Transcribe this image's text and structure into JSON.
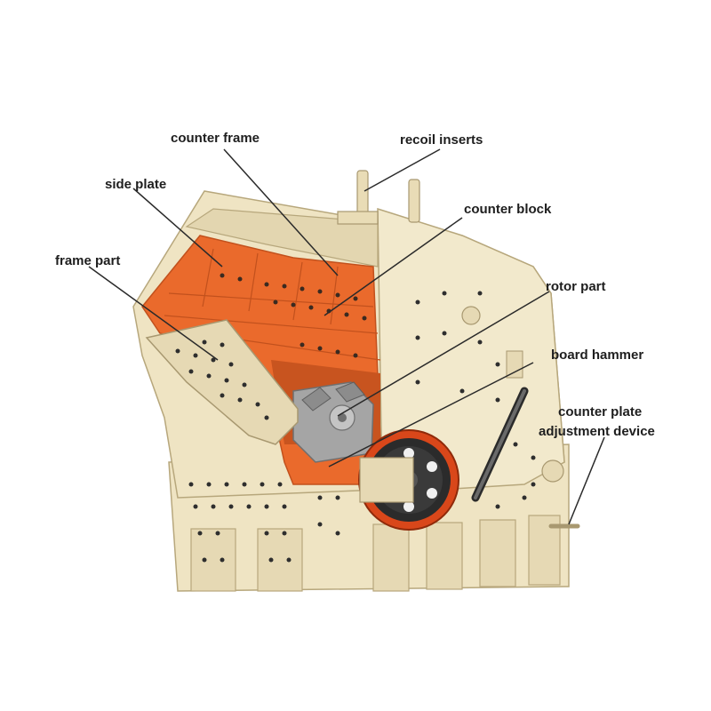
{
  "diagram": {
    "labels": {
      "counter_frame": "counter frame",
      "recoil_inserts": "recoil inserts",
      "side_plate": "side plate",
      "counter_block": "counter block",
      "frame_part": "frame part",
      "rotor_part": "rotor part",
      "board_hammer": "board hammer",
      "counter_plate_line1": "counter plate",
      "counter_plate_line2": "adjustment device"
    },
    "colors": {
      "body": "#efe4c3",
      "body_shade": "#ded0a8",
      "edge": "#b7a77c",
      "lining": "#ea6a2c",
      "lining_dark": "#c2511d",
      "rotor": "#a5a5a5",
      "dark": "#2b2b2b",
      "text": "#1e1e1e"
    }
  }
}
